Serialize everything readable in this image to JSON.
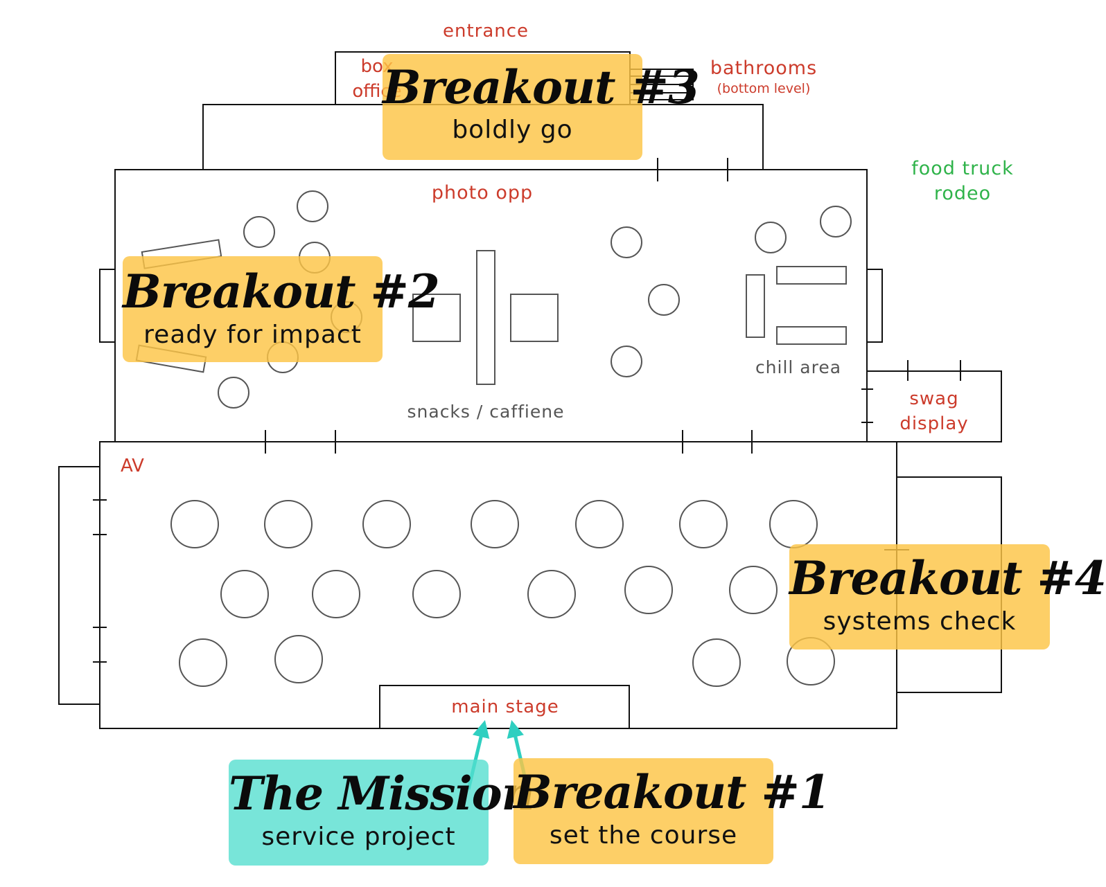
{
  "labels": {
    "entrance": "entrance",
    "box": "box",
    "office": "office",
    "bathrooms": "bathrooms",
    "bathrooms_note": "(bottom level)",
    "food_truck": "food truck",
    "rodeo": "rodeo",
    "photo_opp": "photo opp",
    "snacks": "snacks / caffiene",
    "chill_area": "chill area",
    "swag": "swag",
    "display": "display",
    "av": "AV",
    "main_stage": "main stage"
  },
  "colors": {
    "red_label": "#cc3b2b",
    "green_label": "#2fb34a",
    "gray_label": "#555555",
    "gold_card": "#fcc446",
    "teal_card": "#52dece",
    "arrow": "#2fcfc0"
  },
  "breakouts": {
    "b3": {
      "title": "Breakout #3",
      "subtitle": "boldly go"
    },
    "b2": {
      "title": "Breakout #2",
      "subtitle": "ready for impact"
    },
    "b4": {
      "title": "Breakout #4",
      "subtitle": "systems check"
    },
    "mission": {
      "title": "The Mission",
      "subtitle": "service project"
    },
    "b1": {
      "title": "Breakout #1",
      "subtitle": "set the course"
    }
  }
}
